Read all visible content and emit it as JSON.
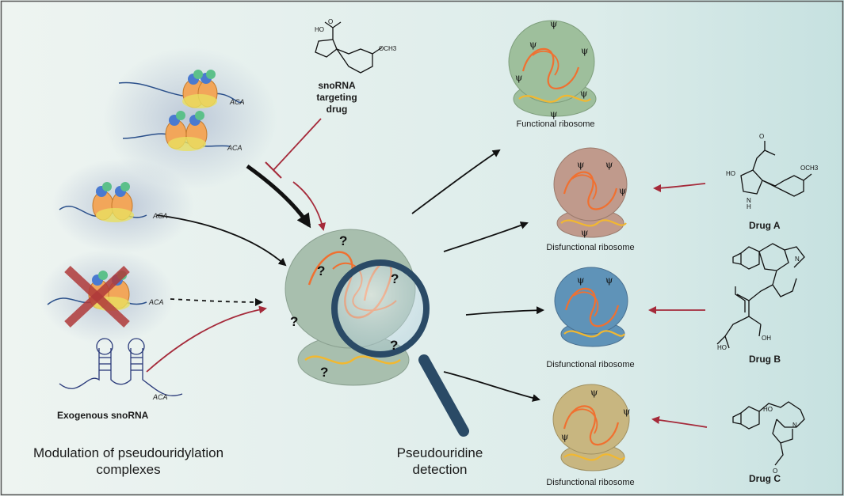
{
  "labels": {
    "snorna_drug": [
      "snoRNA",
      "targeting",
      "drug"
    ],
    "exogenous": "Exogenous snoRNA",
    "modulation": [
      "Modulation of pseudouridylation",
      "complexes"
    ],
    "detection": [
      "Pseudouridine",
      "detection"
    ],
    "functional": "Functional ribosome",
    "disfunctional": "Disfunctional ribosome",
    "drug_a": "Drug A",
    "drug_b": "Drug B",
    "drug_c": "Drug C",
    "aca": "ACA",
    "psi": "ψ",
    "question": "?"
  },
  "chem": {
    "ho": "HO",
    "och3": "OCH3",
    "o": "O",
    "n": "N",
    "h": "H",
    "oh": "OH"
  },
  "colors": {
    "background": "#e3efee",
    "functional_ribosome": "#9ebf9c",
    "drug_a_ribosome": "#c09a8c",
    "drug_b_ribosome": "#5f93b8",
    "drug_c_ribosome": "#c8b680",
    "center_ribosome": "#a8bfae",
    "rrna_orange": "#f07030",
    "rrna_yellow": "#f2b830",
    "inhibit_red": "#a52a3a",
    "cross_red": "#b03a3a",
    "lens_blue": "#2a4a66"
  }
}
